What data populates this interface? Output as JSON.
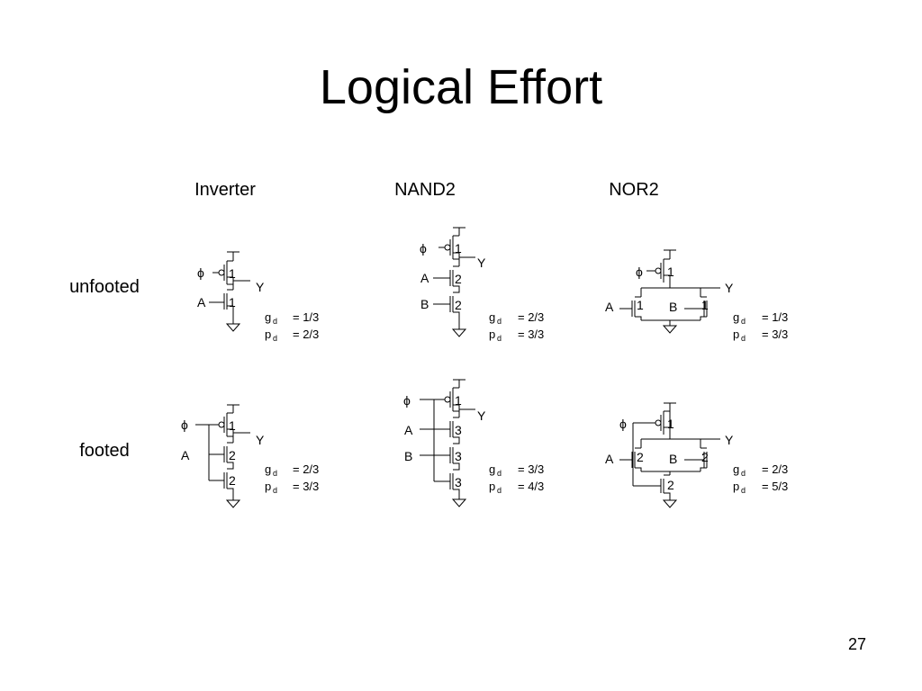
{
  "title": "Logical Effort",
  "page_number": "27",
  "columns": [
    "Inverter",
    "NAND2",
    "NOR2"
  ],
  "rows": [
    "unfooted",
    "footed"
  ],
  "clock": "ϕ",
  "labels": {
    "A": "A",
    "B": "B",
    "Y": "Y"
  },
  "effort_labels": {
    "g": "g",
    "p": "p",
    "sub": "d"
  },
  "gates": {
    "inv_unfooted": {
      "sizes": [
        "1",
        "1"
      ],
      "g": "= 1/3",
      "p": "= 2/3"
    },
    "nand_unfooted": {
      "sizes": [
        "1",
        "2",
        "2"
      ],
      "g": "= 2/3",
      "p": "= 3/3"
    },
    "nor_unfooted": {
      "sizes": [
        "1",
        "1",
        "1"
      ],
      "g": "= 1/3",
      "p": "= 3/3"
    },
    "inv_footed": {
      "sizes": [
        "1",
        "2",
        "2"
      ],
      "g": "= 2/3",
      "p": "= 3/3"
    },
    "nand_footed": {
      "sizes": [
        "1",
        "3",
        "3",
        "3"
      ],
      "g": "= 3/3",
      "p": "= 4/3"
    },
    "nor_footed": {
      "sizes": [
        "1",
        "2",
        "2",
        "2"
      ],
      "g": "= 2/3",
      "p": "= 5/3"
    }
  }
}
